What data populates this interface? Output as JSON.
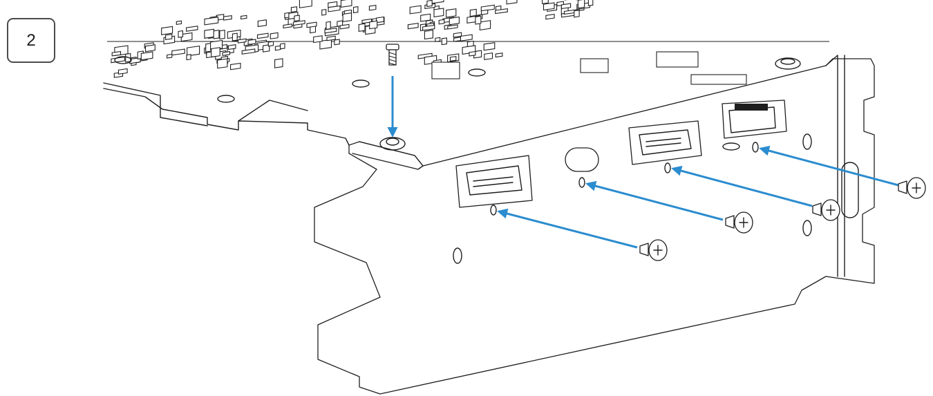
{
  "step_label": "2",
  "arrow_color": "#2b8ccf",
  "line_color": "#1e1e1e",
  "icons": {
    "top_screw": "machine-screw-icon",
    "flat_screw": "phillips-screw-icon"
  },
  "screws": {
    "bracket_screws": 4,
    "board_screw": 1
  }
}
